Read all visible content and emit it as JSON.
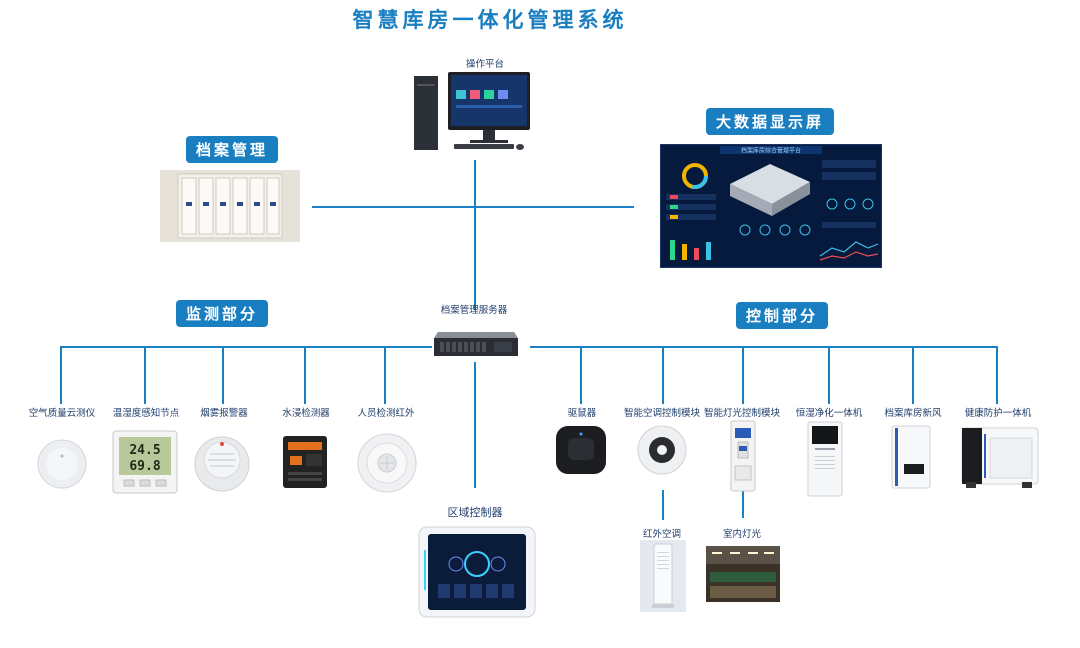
{
  "title": "智慧库房一体化管理系统",
  "top": {
    "operation_platform": "操作平台",
    "big_screen": "大数据显示屏",
    "archive_mgmt": "档案管理",
    "server": "档案管理服务器",
    "zone_controller": "区域控制器",
    "screen_header": "档案库房综合管理平台"
  },
  "monitor_section": {
    "header": "监测部分",
    "devices": [
      "空气质量云测仪",
      "温湿度感知节点",
      "烟雾报警器",
      "水浸检测器",
      "人员检测红外"
    ]
  },
  "control_section": {
    "header": "控制部分",
    "devices": [
      "驱鼠器",
      "智能空调控制模块",
      "智能灯光控制模块",
      "恒湿净化一体机",
      "档案库房新风",
      "健康防护一体机"
    ],
    "sub_ac": "红外空调",
    "sub_light": "室内灯光"
  },
  "sensor_display": {
    "temp": "24.5",
    "hum": "69.8"
  },
  "colors": {
    "accent": "#1a7fc1",
    "label": "#1f3d6b"
  }
}
